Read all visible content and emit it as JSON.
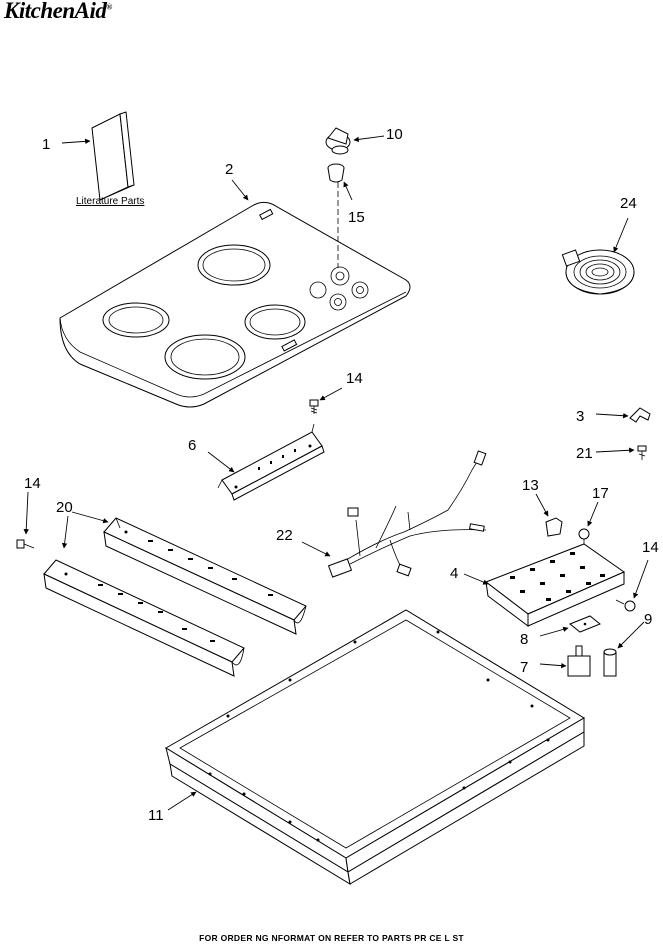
{
  "brand": {
    "logo_text": "KitchenAid",
    "logo_mark": "®"
  },
  "literature_parts_label": "Literature Parts",
  "callouts": [
    "1",
    "2",
    "10",
    "15",
    "24",
    "14",
    "6",
    "3",
    "21",
    "14",
    "20",
    "13",
    "17",
    "14",
    "22",
    "4",
    "9",
    "8",
    "7",
    "11"
  ],
  "footer_text": "FOR ORDER NG NFORMAT ON REFER TO PARTS PR CE L ST"
}
